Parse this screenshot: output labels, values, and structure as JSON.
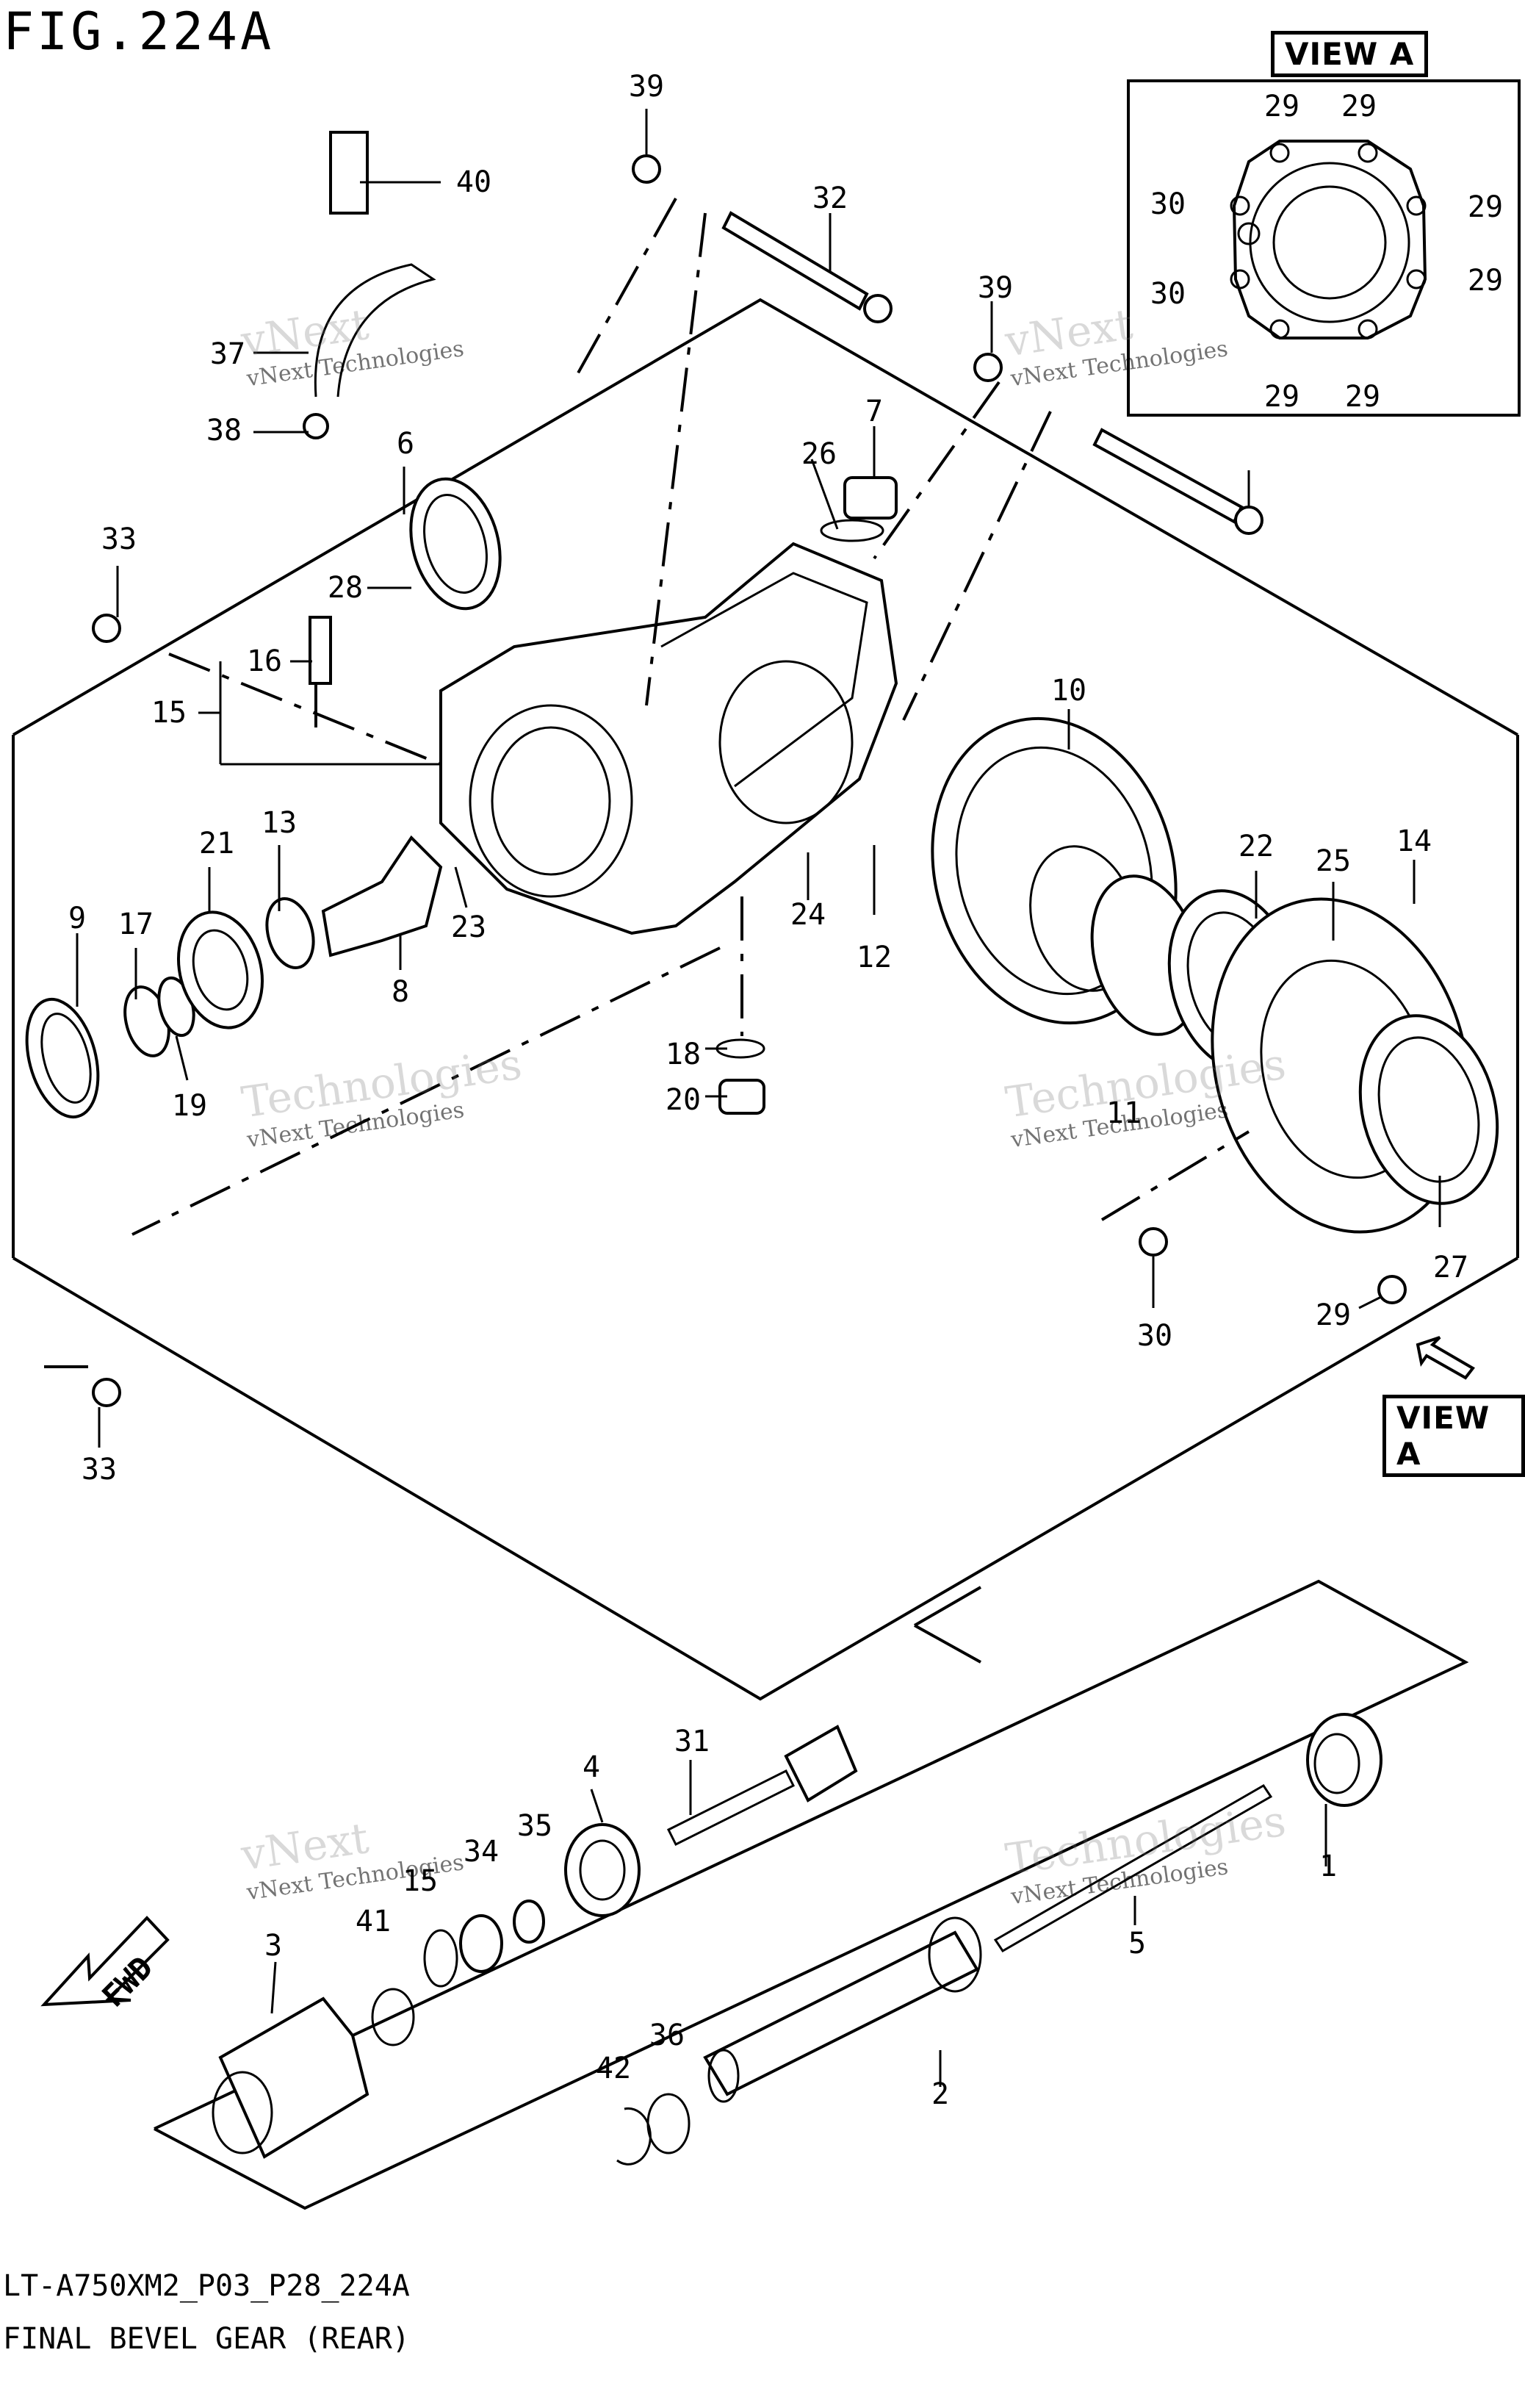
{
  "figure": {
    "title": "FIG.224A",
    "code": "LT-A750XM2_P03_P28_224A",
    "name": "FINAL BEVEL GEAR (REAR)"
  },
  "views": {
    "view_a_top": "VIEW A",
    "view_a_bottom": "VIEW A"
  },
  "fwd_label": "FWD",
  "watermark": {
    "company": "vNext Technologies",
    "line1": "vNext",
    "line2": "Technologies"
  },
  "callouts": [
    "39",
    "40",
    "37",
    "38",
    "6",
    "33",
    "28",
    "16",
    "15",
    "21",
    "13",
    "9",
    "17",
    "19",
    "8",
    "23",
    "18",
    "20",
    "24",
    "12",
    "10",
    "22",
    "25",
    "14",
    "27",
    "11",
    "30",
    "29",
    "32",
    "39",
    "7",
    "26",
    "33",
    "31",
    "4",
    "34",
    "35",
    "15",
    "41",
    "3",
    "1",
    "5",
    "2",
    "36",
    "42",
    "29",
    "29",
    "30",
    "29",
    "30",
    "29",
    "29",
    "29"
  ]
}
